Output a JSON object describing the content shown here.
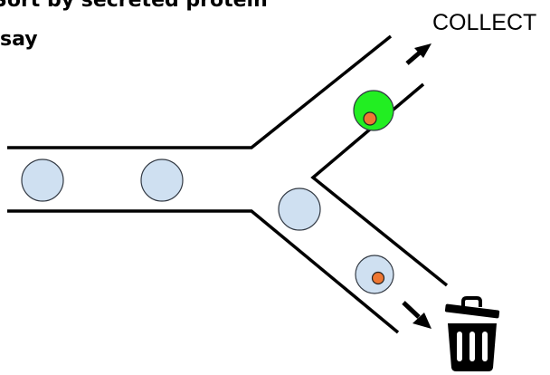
{
  "title": {
    "line1": "Sort by secreted protein",
    "line2": "say"
  },
  "outlet_label": "COLLECT",
  "icons": {
    "trash": "trash-can-icon",
    "arrow": "arrow-icon"
  },
  "colors": {
    "cell_fill": "#cfe0f1",
    "secreting_cell_fill": "#22ee22",
    "nucleus_fill": "#ee7733",
    "wall": "#000000"
  }
}
